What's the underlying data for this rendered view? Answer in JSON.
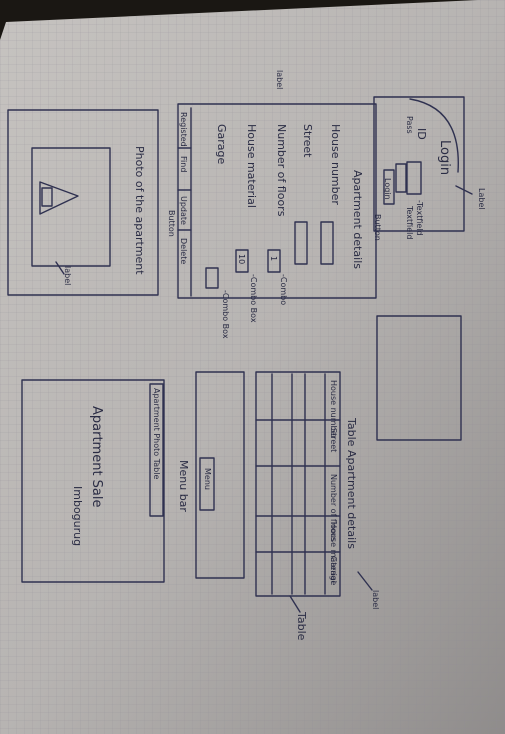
{
  "login": {
    "title": "Login",
    "id_label": "ID",
    "pass_label": "Pass",
    "button_text": "Login",
    "textfield_annotation": "-Textfield",
    "textfield_annotation2": "Textfield",
    "label_annotation": "Label",
    "button_annotation": "Button"
  },
  "apartment_details": {
    "title": "Apartment details",
    "fields": [
      {
        "label": "House number"
      },
      {
        "label": "Street"
      },
      {
        "label": "Number of floors",
        "value": "1",
        "annotation": "-Combo"
      },
      {
        "label": "House material",
        "value": "10",
        "annotation": "-Combo Box"
      },
      {
        "label": "Garage",
        "annotation": "-Combo Box"
      }
    ],
    "buttons": [
      "Registed",
      "Find",
      "Update",
      "Delete"
    ],
    "button_annotation": "Button",
    "label_annotation": "label"
  },
  "photo_panel": {
    "title": "Photo of the apartment",
    "label_annotation": "label"
  },
  "apartment_table": {
    "title": "Table Apartment details",
    "columns": [
      "House number",
      "Street",
      "Number of floors",
      "House material",
      "Garage"
    ],
    "label_annotation": "label",
    "table_annotation": "Table"
  },
  "menu": {
    "button": "Menu",
    "annotation": "Menu bar"
  },
  "apartment_list": {
    "tab": "Apartment Photo Table",
    "title": "Apartment Sale",
    "subtitle": "Imbogurug"
  }
}
